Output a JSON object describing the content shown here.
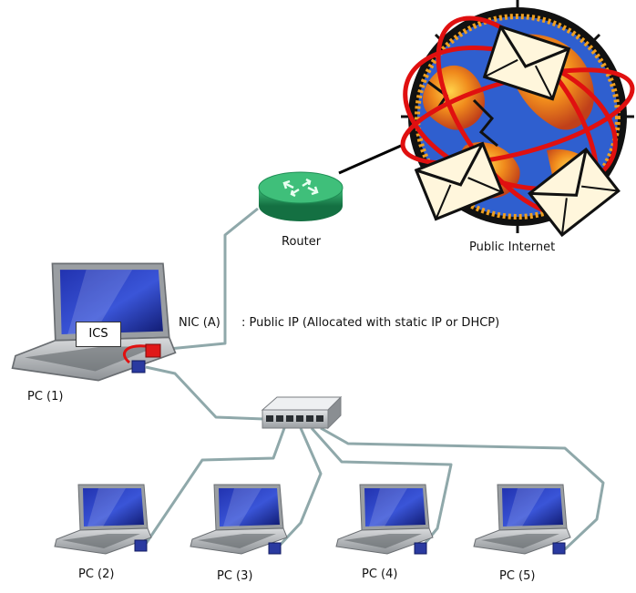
{
  "router": {
    "label": "Router"
  },
  "internet": {
    "label": "Public Internet"
  },
  "nic": {
    "label": "NIC (A)",
    "description": ": Public IP (Allocated with static IP or DHCP)"
  },
  "host": {
    "label": "PC (1)",
    "badge": "ICS"
  },
  "clients": [
    {
      "label": "PC (2)"
    },
    {
      "label": "PC (3)"
    },
    {
      "label": "PC (4)"
    },
    {
      "label": "PC (5)"
    }
  ],
  "colors": {
    "cable": "#8fa8aa",
    "router": "#1f8e55",
    "internet_link": "#000000",
    "nic_a": "#e01818",
    "nic_b": "#2a3aa0",
    "orbit": "#e01010",
    "laptop_screen": "#1a2a9c"
  }
}
